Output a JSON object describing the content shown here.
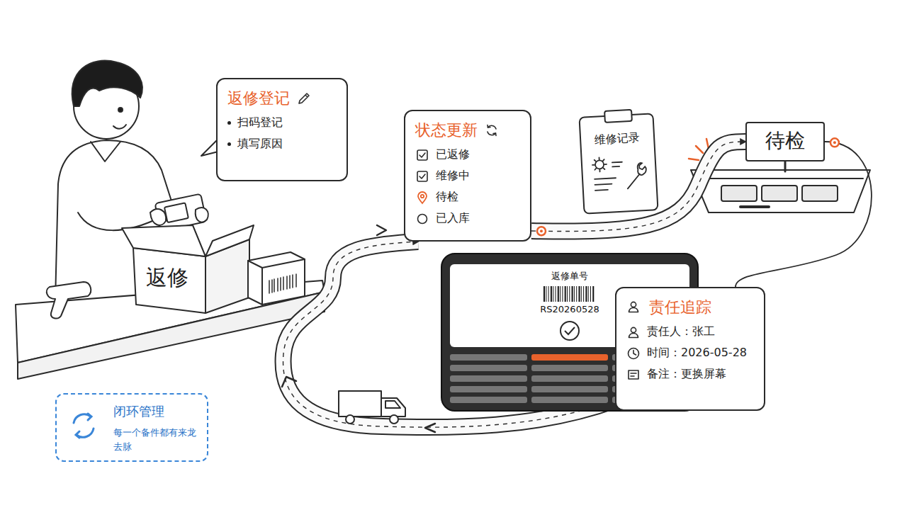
{
  "diagram": {
    "nodes": [
      {
        "text": [
          "返修登记",
          "扫码登记",
          "填写原因"
        ]
      },
      {
        "text": [
          "状态更新",
          "已返修",
          "维修中",
          "待检",
          "已入库"
        ]
      },
      {
        "text": [
          "维修记录"
        ]
      },
      {
        "text": [
          "待检"
        ]
      },
      {
        "text": [
          "返修单号",
          "RS20260528"
        ]
      },
      {
        "text": [
          "责任追踪",
          "责任人：张工",
          "时间：2026-05-28",
          "备注：更换屏幕"
        ]
      },
      {
        "text": [
          "闭环管理",
          "每一个备件都有来龙去脉"
        ]
      }
    ],
    "edges": [
      {
        "from": 1,
        "to": 3,
        "arrow": "to"
      },
      {
        "from": 3,
        "to": 5,
        "arrow": "none"
      },
      {
        "from": 5,
        "to": 1,
        "arrow": "to"
      }
    ],
    "labels": [
      "返修"
    ]
  }
}
